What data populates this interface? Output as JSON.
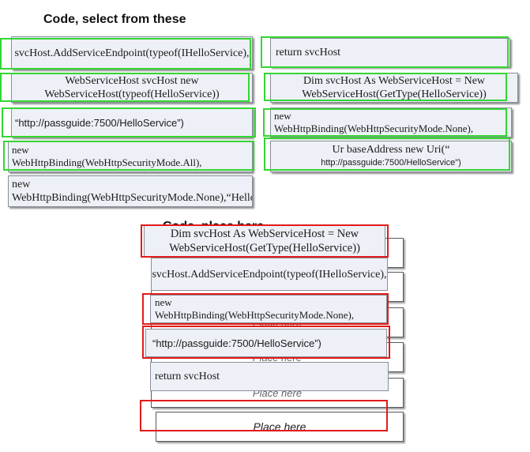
{
  "source_heading": "Code, select from these",
  "target_heading": "Code, place here",
  "source_tiles": [
    {
      "text": "svcHost.AddServiceEndpoint(typeof(IHelloService),"
    },
    {
      "text": "return svcHost"
    },
    {
      "text": "WebServiceHost svcHost new WebServiceHost(typeof(HelloService))"
    },
    {
      "text": "Dim svcHost As WebServiceHost = New WebServiceHost(GetType(HelloService))"
    },
    {
      "text": "“http://passguide:7500/HelloService”)"
    },
    {
      "line1": "new",
      "line2": "WebHttpBinding(WebHttpSecurityMode.None),"
    },
    {
      "line1": "new",
      "line2": "WebHttpBinding(WebHttpSecurityMode.All),"
    },
    {
      "line1": "Ur baseAddress new Uri(“",
      "line2": "http://passguide:7500/HelloService\")"
    },
    {
      "text": "new WebHttpBinding(WebHttpSecurityMode.None),“HelloService”)"
    }
  ],
  "slot_label": "Place here",
  "placed_tiles": [
    {
      "text": "Dim svcHost As WebServiceHost = New WebServiceHost(GetType(HelloService))"
    },
    {
      "text": "svcHost.AddServiceEndpoint(typeof(IHelloService),"
    },
    {
      "line1": "new",
      "line2": "WebHttpBinding(WebHttpSecurityMode.None),"
    },
    {
      "text": "“http://passguide:7500/HelloService”)"
    },
    {
      "text": "return svcHost"
    }
  ],
  "colors": {
    "correct_highlight": "#33d633",
    "answer_highlight": "#e21a1a",
    "tile_fill": "#edf0f6"
  }
}
